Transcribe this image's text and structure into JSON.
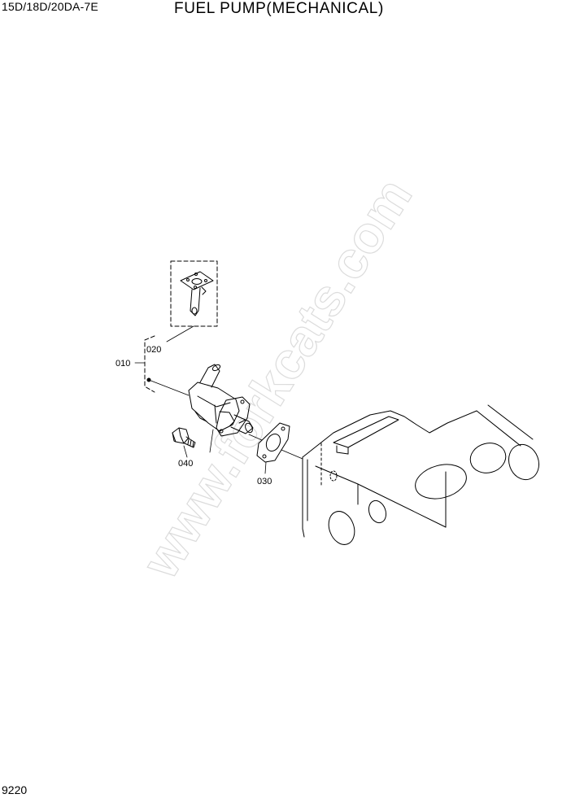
{
  "header": {
    "model_code": "15D/18D/20DA-7E",
    "title": "FUEL PUMP(MECHANICAL)"
  },
  "footer": {
    "page_number": "9220"
  },
  "watermark": "www.forkcats.com",
  "callouts": {
    "c010": "010",
    "c020": "020",
    "c030": "030",
    "c040": "040"
  }
}
